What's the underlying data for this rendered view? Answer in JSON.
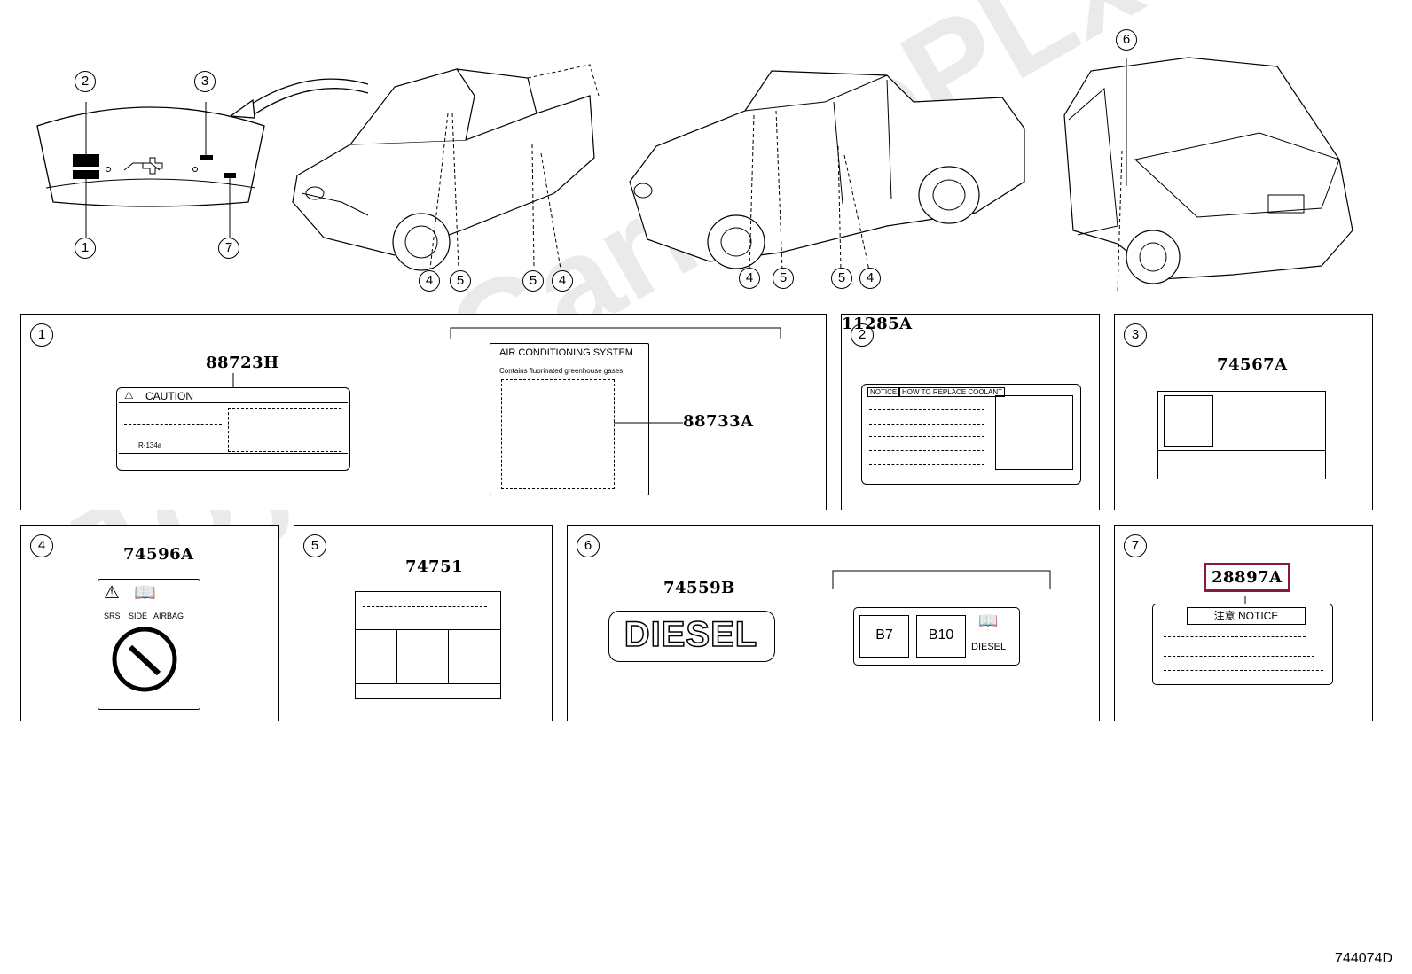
{
  "watermark": "ToyotaCarMinePLx",
  "diagram_id": "744074D",
  "callouts": {
    "c1": "1",
    "c2": "2",
    "c3": "3",
    "c7": "7",
    "c4a": "4",
    "c5a": "5",
    "c5b": "5",
    "c4b": "4",
    "c4c": "4",
    "c5c": "5",
    "c5d": "5",
    "c4d": "4",
    "c6": "6"
  },
  "panels": {
    "p1": {
      "num": "1",
      "part_a": "88723H",
      "part_b": "88733A",
      "caution_title": "CAUTION",
      "refrigerant": "R-134a",
      "ac_title": "AIR CONDITIONING SYSTEM",
      "ac_sub": "Contains fluorinated greenhouse gases"
    },
    "p2": {
      "num": "2",
      "part": "11285A",
      "notice": "NOTICE",
      "howto": "HOW TO REPLACE COOLANT"
    },
    "p3": {
      "num": "3",
      "part": "74567A"
    },
    "p4": {
      "num": "4",
      "part": "74596A",
      "srs": "SRS",
      "side": "SIDE",
      "airbag": "AIRBAG"
    },
    "p5": {
      "num": "5",
      "part": "74751"
    },
    "p6": {
      "num": "6",
      "part": "74559B",
      "diesel_big": "DIESEL",
      "b7": "B7",
      "b10": "B10",
      "diesel_small": "DIESEL"
    },
    "p7": {
      "num": "7",
      "part": "28897A",
      "notice": "注意 NOTICE",
      "highlight_color": "#8b1a3a"
    }
  }
}
